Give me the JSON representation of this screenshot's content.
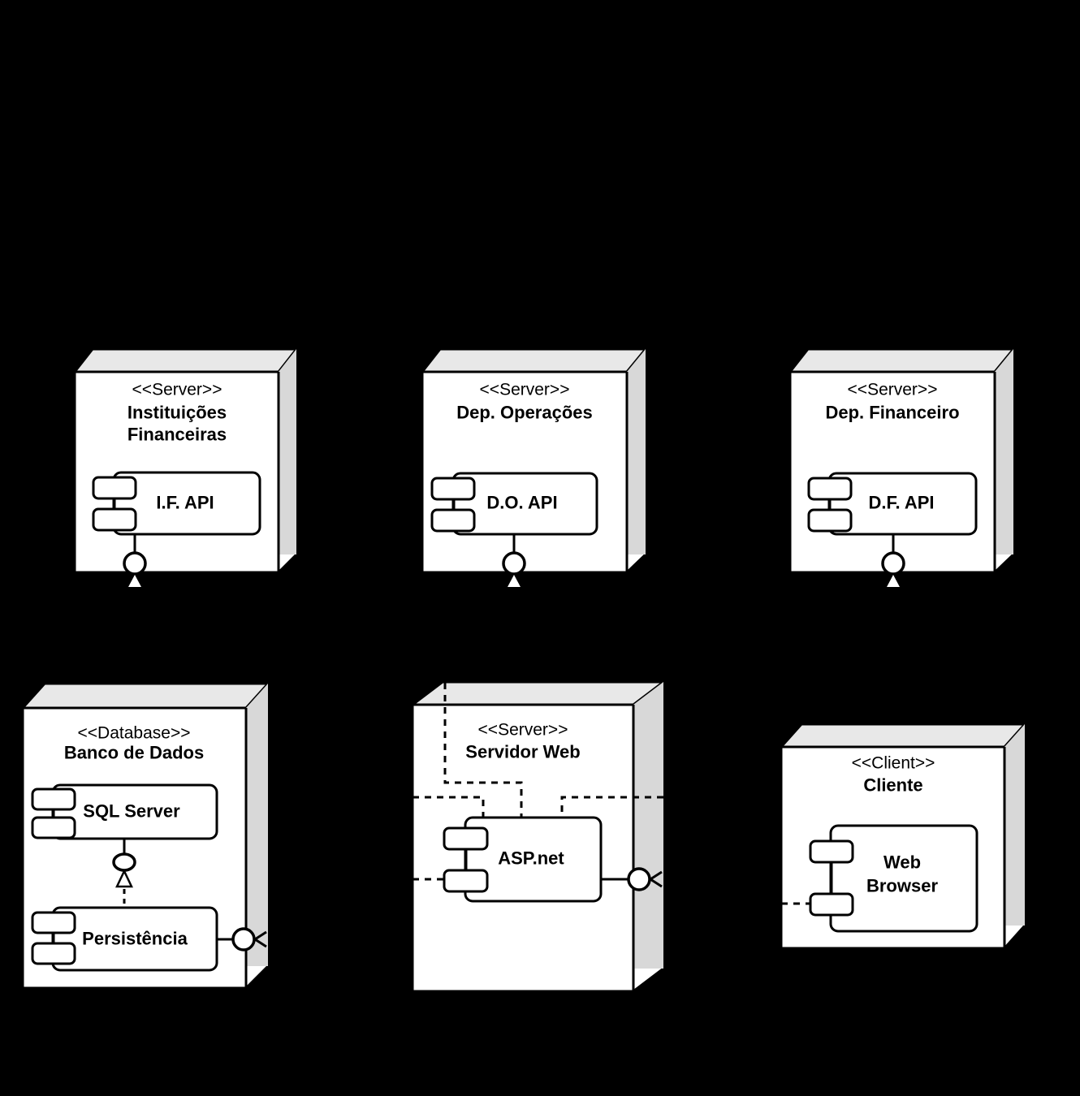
{
  "diagram": {
    "type": "uml-deployment-diagram",
    "colors": {
      "background": "#000000",
      "node_fill": "#ffffff",
      "top_face": "#e8e8e8",
      "side_face": "#d8d8d8",
      "stroke": "#000000"
    },
    "nodes": {
      "instituicoes_financeiras": {
        "stereotype": "<<Server>>",
        "name_lines": [
          "Instituições",
          "Financeiras"
        ],
        "component": {
          "label": "I.F. API"
        }
      },
      "dep_operacoes": {
        "stereotype": "<<Server>>",
        "name": "Dep. Operações",
        "component": {
          "label": "D.O. API"
        }
      },
      "dep_financeiro": {
        "stereotype": "<<Server>>",
        "name": "Dep. Financeiro",
        "component": {
          "label": "D.F. API"
        }
      },
      "banco_de_dados": {
        "stereotype": "<<Database>>",
        "name": "Banco de Dados",
        "components": {
          "sql_server": {
            "label": "SQL Server"
          },
          "persistencia": {
            "label": "Persistência"
          }
        }
      },
      "servidor_web": {
        "stereotype": "<<Server>>",
        "name": "Servidor Web",
        "component": {
          "label": "ASP.net"
        }
      },
      "cliente": {
        "stereotype": "<<Client>>",
        "name": "Cliente",
        "component": {
          "label_lines": [
            "Web",
            "Browser"
          ]
        }
      }
    }
  }
}
